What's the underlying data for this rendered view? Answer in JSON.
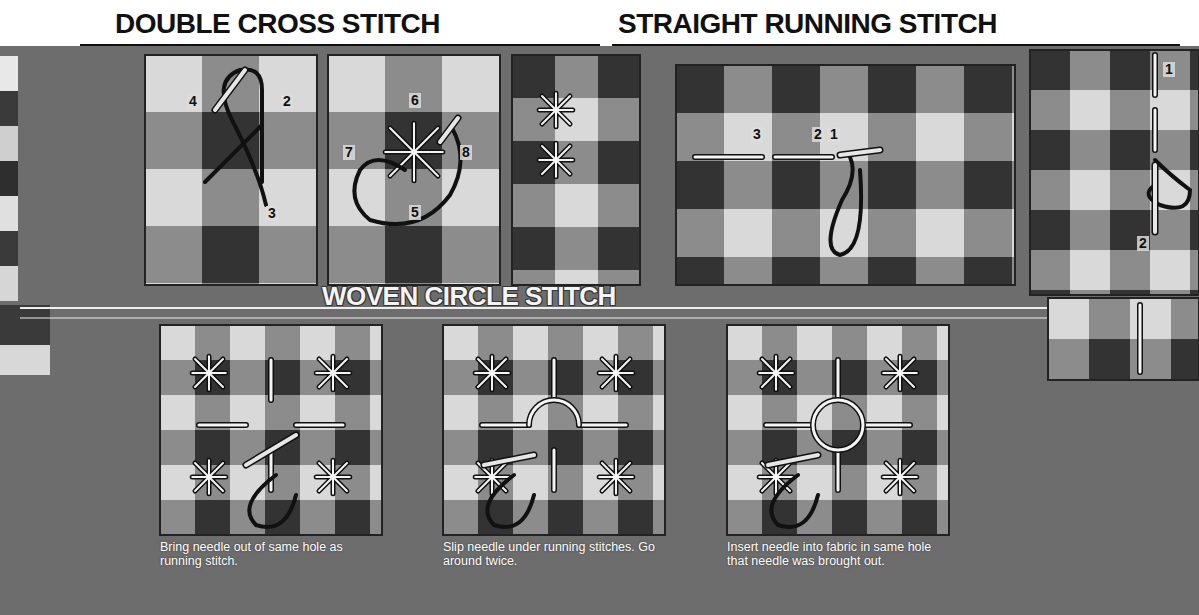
{
  "diagram": {
    "labels": [
      "DOUBLE CROSS STITCH",
      "STRAIGHT RUNNING STITCH",
      "4",
      "2",
      "3",
      "6",
      "7",
      "8",
      "5",
      "3",
      "2",
      "1",
      "1",
      "2",
      "WOVEN CIRCLE STITCH",
      "Bring needle out of same hole as running stitch.",
      "Slip needle under running stitches. Go around twice.",
      "Insert needle into fabric in same hole that needle was brought out."
    ]
  }
}
